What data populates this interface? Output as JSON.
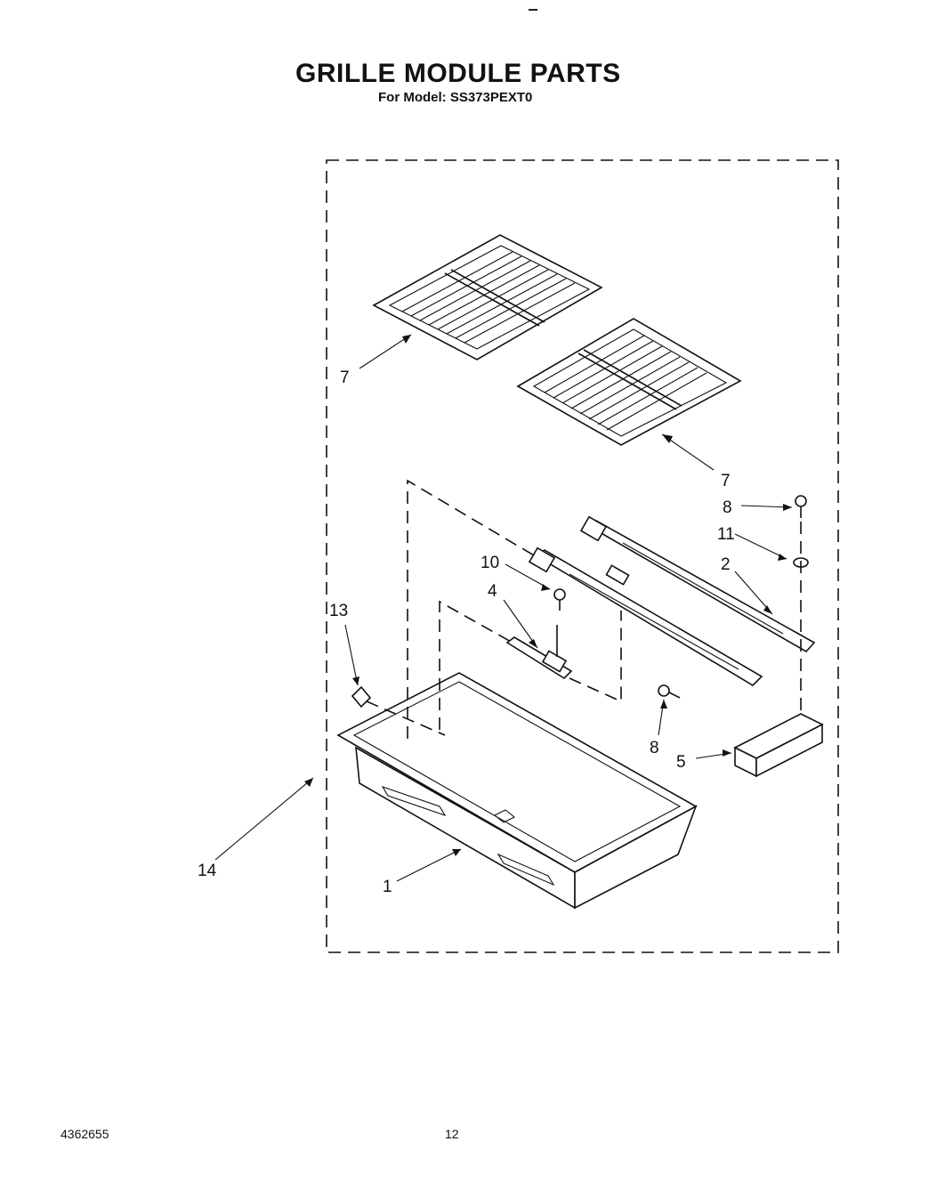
{
  "header": {
    "title": "GRILLE MODULE PARTS",
    "model_line": "For Model: SS373PEXT0"
  },
  "callouts": {
    "c1": "1",
    "c2": "2",
    "c4": "4",
    "c5": "5",
    "c7a": "7",
    "c7b": "7",
    "c8a": "8",
    "c8b": "8",
    "c10": "10",
    "c11": "11",
    "c13": "13",
    "c14": "14"
  },
  "footer": {
    "doc_number": "4362655",
    "page_number": "12"
  }
}
